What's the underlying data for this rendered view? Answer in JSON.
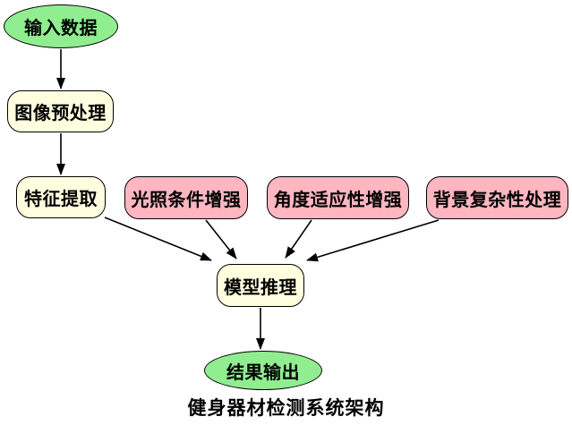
{
  "diagram": {
    "title": "健身器材检测系统架构",
    "background_color": "#FFFFFF",
    "border_color": "#000000",
    "arrow_color": "#000000",
    "nodes": {
      "input": {
        "label": "输入数据",
        "shape": "ellipse",
        "fill": "#90EE90"
      },
      "preprocess": {
        "label": "图像预处理",
        "shape": "rounded-rect",
        "fill": "#FFFFE0"
      },
      "feature": {
        "label": "特征提取",
        "shape": "rounded-rect",
        "fill": "#FFFFE0"
      },
      "light": {
        "label": "光照条件增强",
        "shape": "rounded-rect",
        "fill": "#FFB6C1"
      },
      "angle": {
        "label": "角度适应性增强",
        "shape": "rounded-rect",
        "fill": "#FFB6C1"
      },
      "backdrop": {
        "label": "背景复杂性处理",
        "shape": "rounded-rect",
        "fill": "#FFB6C1"
      },
      "model": {
        "label": "模型推理",
        "shape": "rounded-rect",
        "fill": "#FFFFE0"
      },
      "output": {
        "label": "结果输出",
        "shape": "ellipse",
        "fill": "#90EE90"
      }
    },
    "edges": [
      {
        "from": "input",
        "to": "preprocess"
      },
      {
        "from": "preprocess",
        "to": "feature"
      },
      {
        "from": "feature",
        "to": "model"
      },
      {
        "from": "light",
        "to": "model"
      },
      {
        "from": "angle",
        "to": "model"
      },
      {
        "from": "backdrop",
        "to": "model"
      },
      {
        "from": "model",
        "to": "output"
      }
    ]
  }
}
